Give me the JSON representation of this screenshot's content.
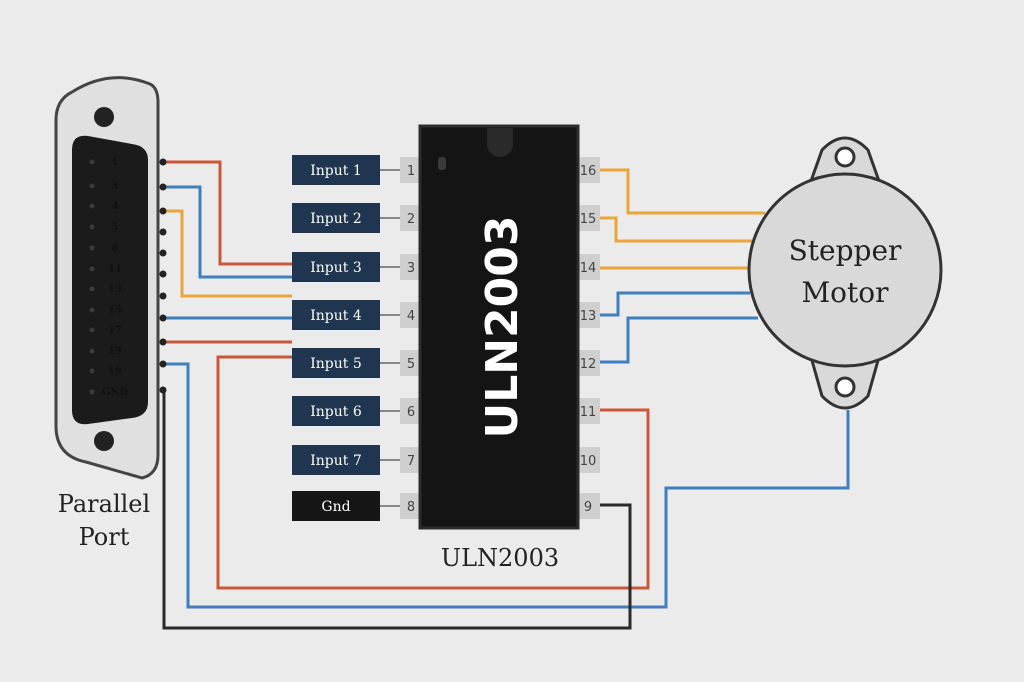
{
  "parallel_port": {
    "caption_line1": "Parallel",
    "caption_line2": "Port",
    "pin_labels": [
      "1",
      "3",
      "4",
      "5",
      "8",
      "11",
      "13",
      "15",
      "17",
      "19",
      "19",
      "GND"
    ]
  },
  "chip": {
    "body_label": "ULN2003",
    "caption": "ULN2003",
    "left_pins": [
      "1",
      "2",
      "3",
      "4",
      "5",
      "6",
      "7",
      "8"
    ],
    "right_pins": [
      "16",
      "15",
      "14",
      "13",
      "12",
      "11",
      "10",
      "9"
    ]
  },
  "inputs": [
    "Input 1",
    "Input 2",
    "Input 3",
    "Input 4",
    "Input 5",
    "Input 6",
    "Input 7",
    "Gnd"
  ],
  "motor": {
    "label_line1": "Stepper",
    "label_line2": "Motor"
  },
  "colors": {
    "background": "#ebebeb",
    "orange_wire": "#e8a63c",
    "red_wire": "#c9583a",
    "blue_wire": "#3f7fbd",
    "black_wire": "#2a2a2a",
    "input_box": "#1f3550",
    "gnd_box": "#151515",
    "chip_body": "#141414",
    "motor_body": "#d9d9d9"
  }
}
